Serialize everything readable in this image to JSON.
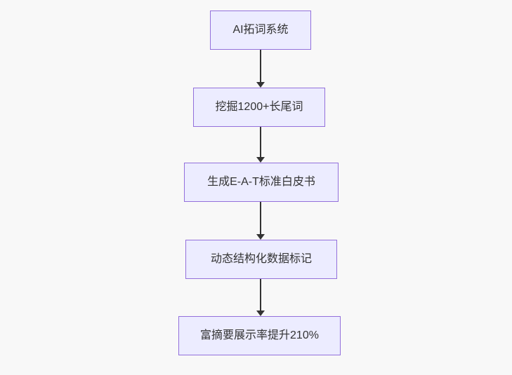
{
  "diagram": {
    "type": "flowchart",
    "direction": "top-down",
    "colors": {
      "canvas_background": "#f8f8f8",
      "node_fill": "#ECECFF",
      "node_border": "#9370DB",
      "node_text": "#333333",
      "arrow": "#333333"
    },
    "nodes": [
      {
        "label": "AI拓词系统"
      },
      {
        "label": "挖掘1200+长尾词"
      },
      {
        "label": "生成E-A-T标准白皮书"
      },
      {
        "label": "动态结构化数据标记"
      },
      {
        "label": "富摘要展示率提升210%"
      }
    ],
    "edges": [
      {
        "from": 0,
        "to": 1
      },
      {
        "from": 1,
        "to": 2
      },
      {
        "from": 2,
        "to": 3
      },
      {
        "from": 3,
        "to": 4
      }
    ]
  }
}
